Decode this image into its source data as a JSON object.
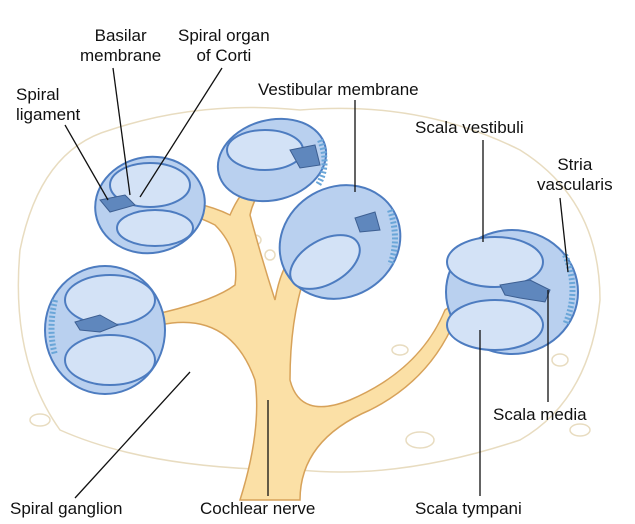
{
  "labels": {
    "basilar_membrane": [
      "Basilar",
      "membrane"
    ],
    "spiral_organ": [
      "Spiral organ",
      "of Corti"
    ],
    "spiral_ligament": [
      "Spiral",
      "ligament"
    ],
    "vestibular_membrane": "Vestibular membrane",
    "scala_vestibuli": "Scala vestibuli",
    "stria_vascularis": [
      "Stria",
      "vascularis"
    ],
    "scala_media": "Scala media",
    "spiral_ganglion": "Spiral ganglion",
    "cochlear_nerve": "Cochlear nerve",
    "scala_tympani": "Scala tympani"
  },
  "colors": {
    "duct_fill": "#b9d0ef",
    "duct_outline": "#4d7cc0",
    "nerve_fill": "#fbe0a6",
    "nerve_outline": "#d7a25a",
    "bone_outline": "#e8dcc0",
    "stria": "#6aa6d8"
  }
}
